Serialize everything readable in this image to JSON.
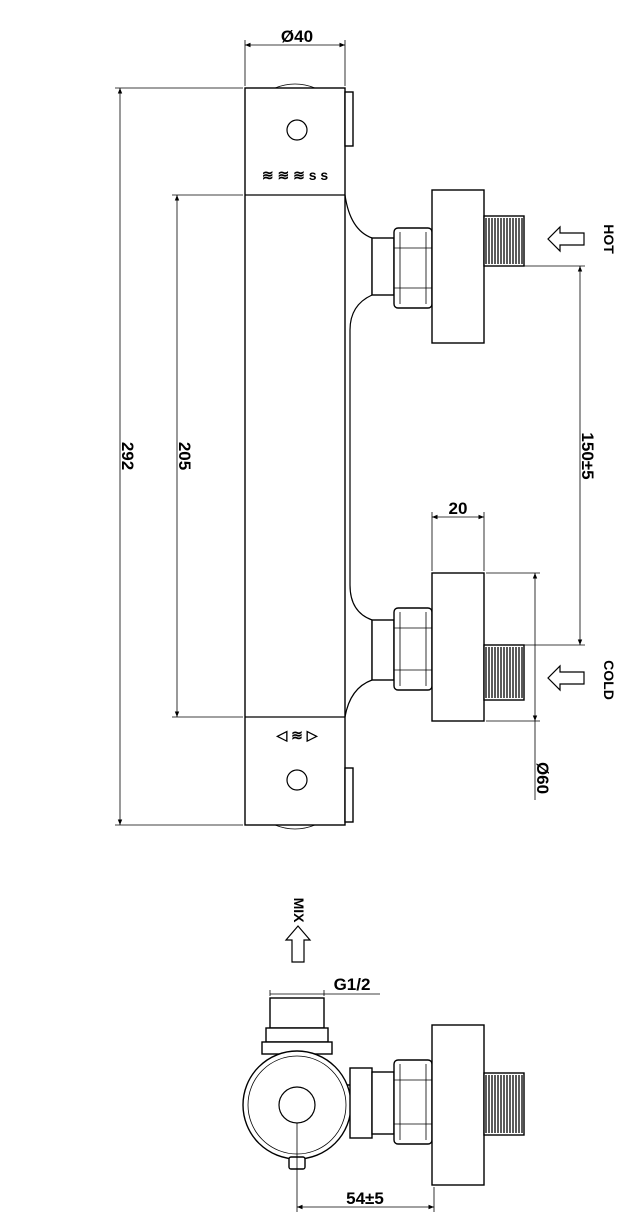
{
  "dimensions": {
    "top_diameter": "Ø40",
    "overall_length": "292",
    "inner_length": "205",
    "inlet_spacing": "150±5",
    "flange_depth": "20",
    "flange_diameter": "Ø60",
    "outlet_thread": "G1/2",
    "offset": "54±5"
  },
  "labels": {
    "hot": "HOT",
    "cold": "COLD",
    "mix": "MIX"
  },
  "markings": {
    "temperature_scale": "≋ ≋ ≋ s s",
    "flow_symbol": "◁ ≋ ▷"
  }
}
